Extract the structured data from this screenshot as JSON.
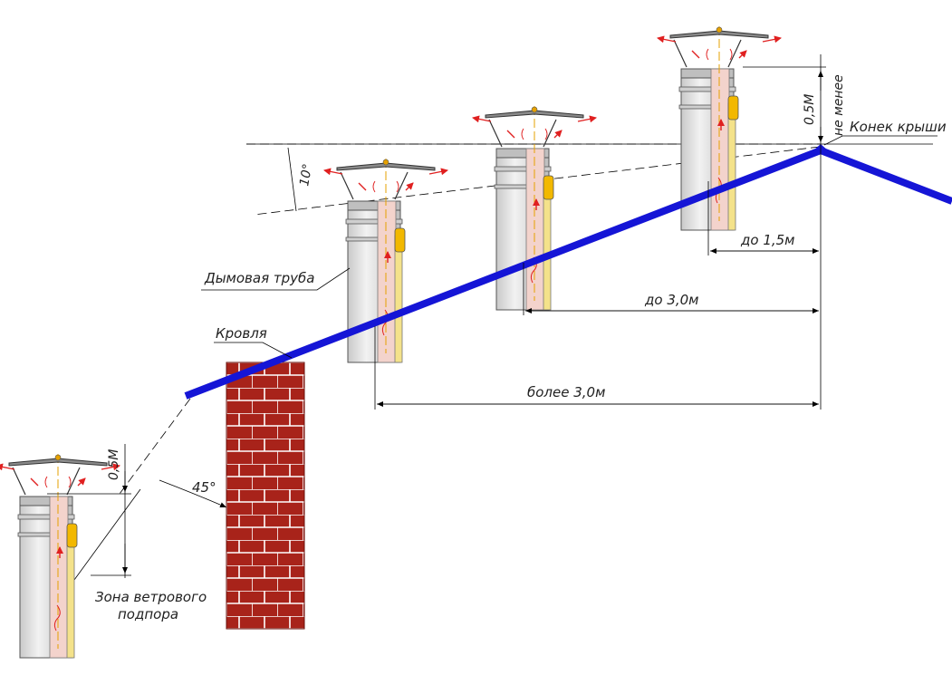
{
  "labels": {
    "ridge": "Конек крыши",
    "chimney": "Дымовая труба",
    "roofing": "Кровля",
    "wind_zone_line1": "Зона ветрового",
    "wind_zone_line2": "подпора",
    "min_height": "0,5М",
    "not_less": "не менее",
    "height_small": "0,5М",
    "angle_10": "10°",
    "angle_45": "45°",
    "dist_15": "до 1,5м",
    "dist_30": "до 3,0м",
    "dist_more_30": "более 3,0м"
  },
  "colors": {
    "roof": "#1515d6",
    "brick": "#a8231a",
    "flue_gas": "#e02020",
    "insulation": "#f3d3cc",
    "pipe_metal": "#d4d4d4",
    "yellow_strip": "#f4e28a",
    "yellow_clamp": "#f2b800"
  }
}
